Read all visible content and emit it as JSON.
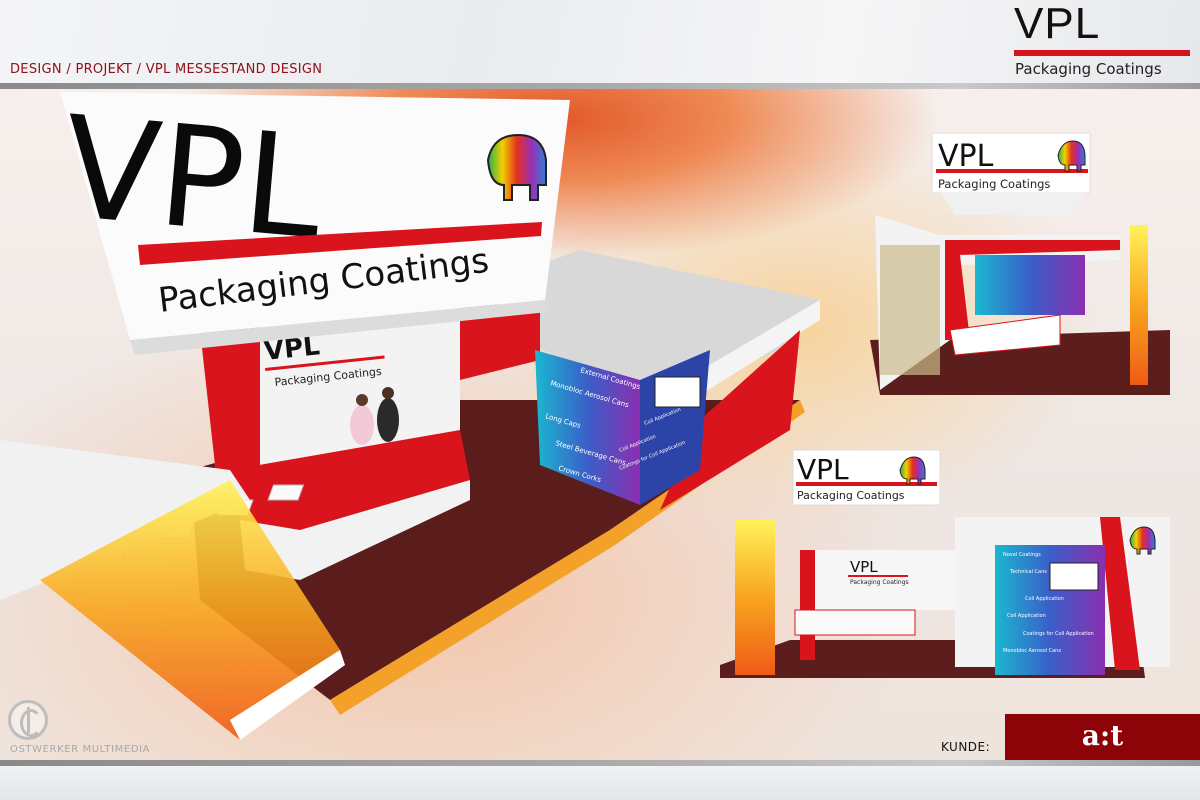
{
  "header": {
    "breadcrumb": "DESIGN / PROJEKT / VPL MESSESTAND DESIGN"
  },
  "brand": {
    "name": "VPL",
    "tagline": "Packaging Coatings",
    "accent": "#d3141c"
  },
  "main_render": {
    "sign_title": "VPL",
    "sign_tagline": "Packaging Coatings",
    "counter_title": "VPL",
    "counter_tagline": "Packaging Coatings",
    "column_labels": [
      "External Coatings",
      "Monobloc Aerosol Cans",
      "Long Caps",
      "Steel Beverage Cans",
      "Crown Corks",
      "Coil Application",
      "Coil Application",
      "Coatings for Coil Application"
    ]
  },
  "side_render_top": {
    "sign_title": "VPL",
    "sign_tagline": "Packaging Coatings"
  },
  "side_render_bottom": {
    "sign_title": "VPL",
    "sign_tagline": "Packaging Coatings",
    "counter_title": "VPL",
    "counter_tagline": "Packaging Coatings",
    "wall_labels": [
      "Novel Coatings",
      "Technical Cans",
      "Coil Application",
      "Coil Application",
      "Coatings for Coil Application",
      "Monobloc Aerosol Cans"
    ]
  },
  "footer": {
    "agency": "OSTWERKER MULTIMEDIA",
    "client_label": "KUNDE:",
    "client_logo": "a:t",
    "client_color": "#8c0308"
  }
}
